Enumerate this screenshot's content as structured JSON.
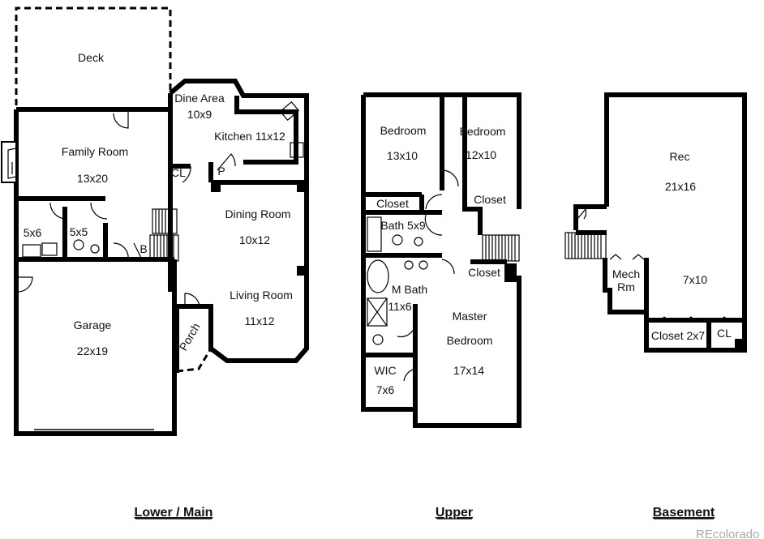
{
  "floors": {
    "main": {
      "title": "Lower / Main",
      "rooms": {
        "deck": "Deck",
        "dine_area": "Dine Area",
        "dine_area_size": "10x9",
        "kitchen": "Kitchen 11x12",
        "family_room": "Family Room",
        "family_room_size": "13x20",
        "cl": "CL",
        "pantry": "P",
        "dining_room": "Dining Room",
        "dining_room_size": "10x12",
        "laundry_size": "5x6",
        "half_bath_size": "5x5",
        "b": "B",
        "living_room": "Living Room",
        "living_room_size": "11x12",
        "garage": "Garage",
        "garage_size": "22x19",
        "porch": "Porch"
      }
    },
    "upper": {
      "title": "Upper",
      "rooms": {
        "bedroom1": "Bedroom",
        "bedroom1_size": "13x10",
        "bedroom2": "Bedroom",
        "bedroom2_size": "12x10",
        "closet1": "Closet",
        "closet2": "Closet",
        "closet3": "Closet",
        "bath": "Bath 5x9",
        "m_bath": "M Bath",
        "m_bath_size": "11x6",
        "master": "Master",
        "master2": "Bedroom",
        "master_size": "17x14",
        "wic": "WIC",
        "wic_size": "7x6"
      }
    },
    "basement": {
      "title": "Basement",
      "rooms": {
        "rec": "Rec",
        "rec_size": "21x16",
        "mech": "Mech",
        "mech2": "Rm",
        "area_size": "7x10",
        "closet": "Closet 2x7",
        "cl": "CL"
      }
    }
  },
  "watermark": "REcolorado"
}
